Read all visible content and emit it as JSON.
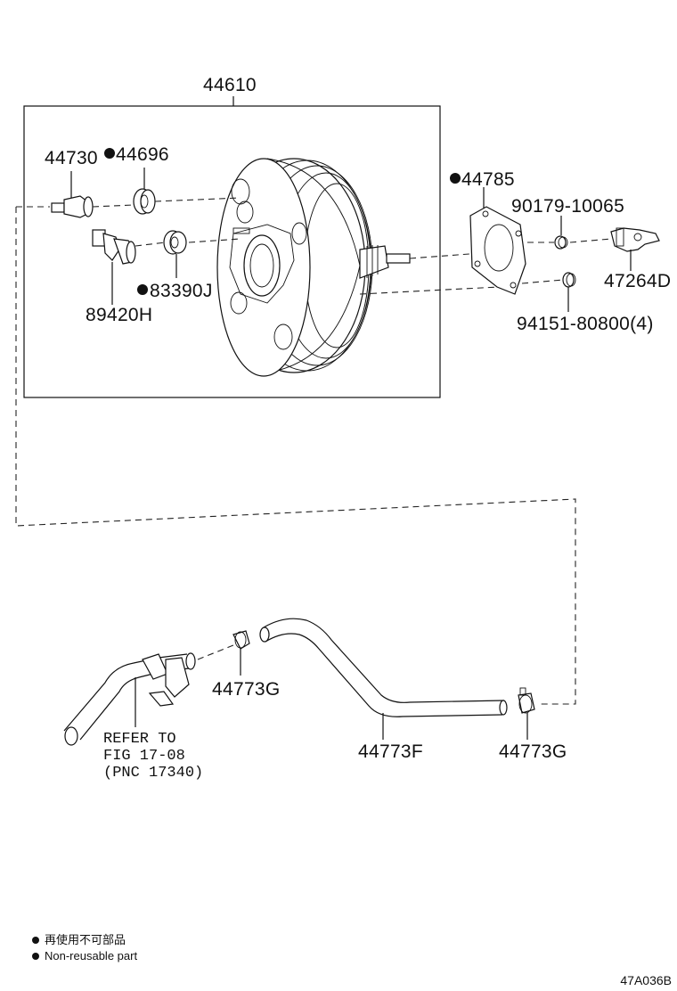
{
  "assembly": {
    "label": "44610"
  },
  "parts": {
    "p44730": "44730",
    "p44696": "44696",
    "p89420H": "89420H",
    "p83390J": "83390J",
    "p44785": "44785",
    "p90179": "90179-10065",
    "p47264D": "47264D",
    "p94151": "94151-80800(4)",
    "p44773G_a": "44773G",
    "p44773F": "44773F",
    "p44773G_b": "44773G"
  },
  "refer": {
    "line1": "REFER TO",
    "line2": "FIG 17-08",
    "line3": "(PNC 17340)"
  },
  "legend": {
    "jp": "再使用不可部品",
    "en": "Non-reusable part"
  },
  "illustration_code": "47A036B"
}
